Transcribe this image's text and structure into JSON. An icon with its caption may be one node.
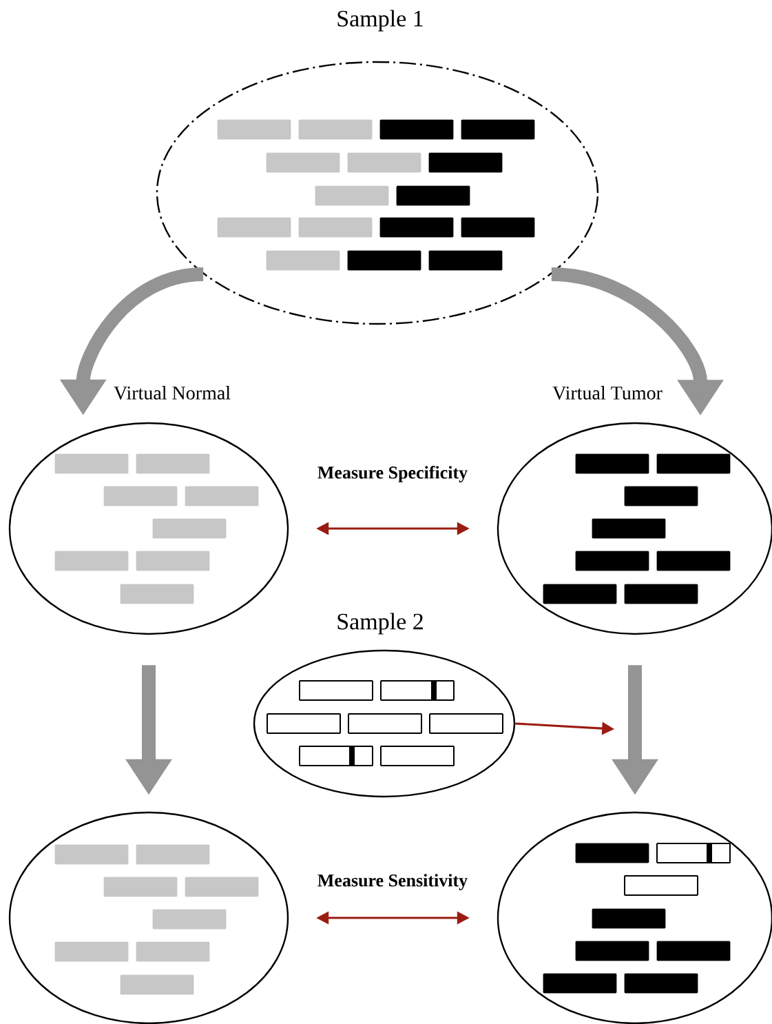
{
  "diagram": {
    "nodes": [
      {
        "text": [
          "Sample 1"
        ]
      },
      {
        "text": [
          "Virtual Normal"
        ]
      },
      {
        "text": [
          "Virtual Tumor"
        ]
      },
      {
        "text": [
          "Sample 2"
        ]
      },
      {
        "text": [],
        "shape": "ellipse"
      },
      {
        "text": [],
        "shape": "ellipse"
      }
    ],
    "edges": [
      {
        "from": 0,
        "to": 1,
        "arrow": "to"
      },
      {
        "from": 0,
        "to": 2,
        "arrow": "to"
      },
      {
        "from": 1,
        "to": 2,
        "arrow": "both",
        "label": "Measure Specificity",
        "color": "#9b1c12"
      },
      {
        "from": 1,
        "to": 4,
        "arrow": "to"
      },
      {
        "from": 2,
        "to": 5,
        "arrow": "to"
      },
      {
        "from": 3,
        "to": null,
        "arrow": "to",
        "color": "#9b1c12"
      },
      {
        "from": 4,
        "to": 5,
        "arrow": "both",
        "label": "Measure Sensitivity",
        "color": "#9b1c12"
      }
    ]
  }
}
